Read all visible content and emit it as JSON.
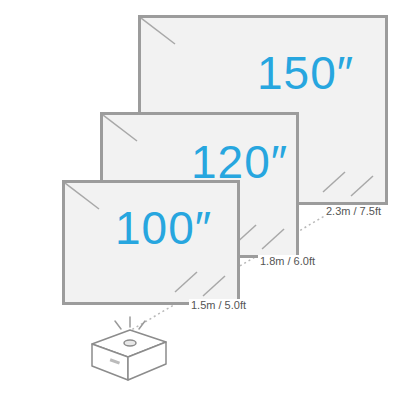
{
  "diagram": {
    "nodes": [
      {
        "text": [
          "150″"
        ]
      },
      {
        "text": [
          "120″"
        ]
      },
      {
        "text": [
          "100″"
        ]
      }
    ],
    "labels": [
      "2.3m / 7.5ft",
      "1.8m / 6.0ft",
      "1.5m / 5.0ft"
    ]
  }
}
